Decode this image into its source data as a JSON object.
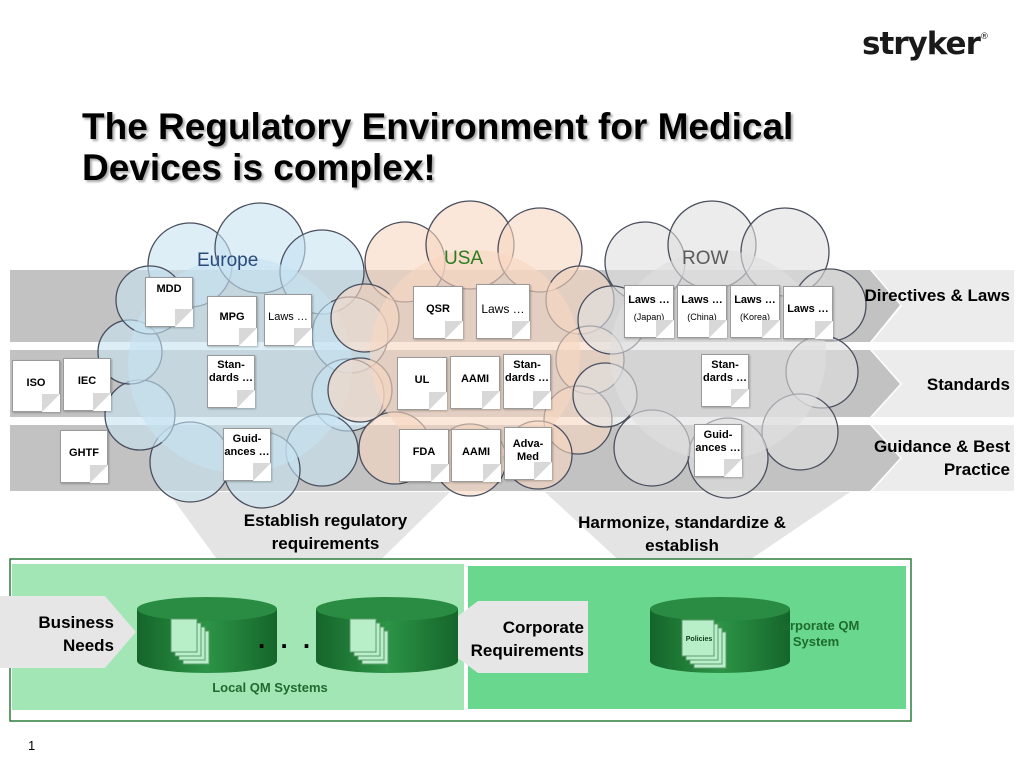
{
  "header": {
    "logo_text": "stryker",
    "logo_mark": "®",
    "title": "The Regulatory Environment for Medical Devices is complex!"
  },
  "regions": {
    "europe": "Europe",
    "usa": "USA",
    "row": "ROW"
  },
  "bands": {
    "directives": "Directives & Laws",
    "standards": "Standards",
    "guidance": "Guidance & Best Practice"
  },
  "documents": {
    "europe": {
      "mdd": "MDD",
      "mpg": "MPG",
      "laws": "Laws …",
      "iso": "ISO",
      "iec": "IEC",
      "standards": "Stan-dards …",
      "ghtf": "GHTF",
      "guidances": "Guid-ances …"
    },
    "usa": {
      "qsr": "QSR",
      "laws": "Laws …",
      "ul": "UL",
      "aami_standards": "AAMI",
      "standards": "Stan-dards …",
      "fda": "FDA",
      "aami_guidance": "AAMI",
      "advamed": "Adva-Med"
    },
    "row": {
      "laws_japan": "Laws …",
      "japan": "(Japan)",
      "laws_china": "Laws …",
      "china": "(China)",
      "laws_korea": "Laws …",
      "korea": "(Korea)",
      "laws": "Laws …",
      "standards": "Stan-dards …",
      "guidances": "Guid-ances …"
    }
  },
  "captions": {
    "establish": "Establish regulatory requirements",
    "harmonize": "Harmonize,  standardize & establish"
  },
  "qm": {
    "business_needs": "Business Needs",
    "local_qm": "Local QM Systems",
    "dots": ". . .",
    "corporate_requirements": "Corporate Requirements",
    "policies": "Policies",
    "corporate_qm": "Corporate QM System"
  },
  "footer": {
    "page_number": "1"
  },
  "colors": {
    "band_gray": "#c2c2c2",
    "europe_cloud": "#c7e2f1",
    "usa_cloud": "#f8d7c2",
    "row_cloud": "#e0e0e0",
    "local_qm_bg": "#a3e6b6",
    "corporate_qm_bg": "#69d88e",
    "database_green": "#1e7c35",
    "label_green": "#1e6b2f",
    "usa_green": "#2b7b22",
    "europe_blue": "#2a4a7a",
    "row_gray": "#5a5a5a"
  }
}
